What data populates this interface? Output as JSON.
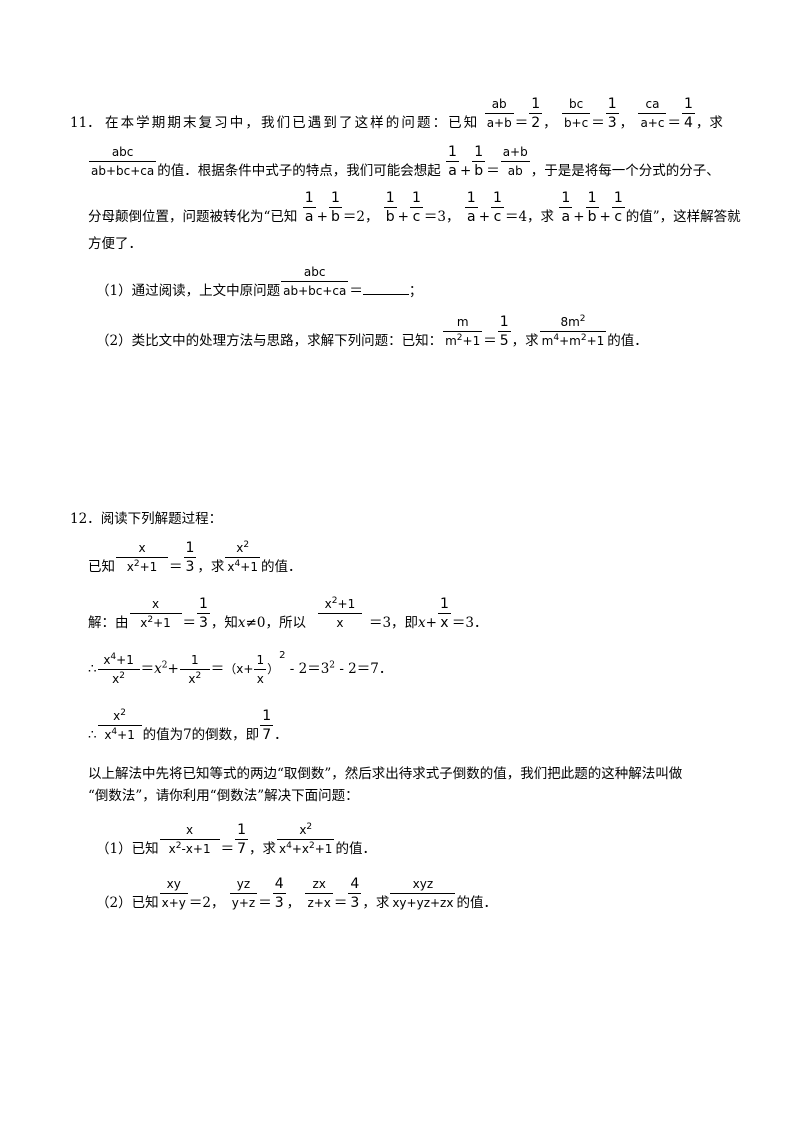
{
  "problems": [
    {
      "number": "11．",
      "line1": {
        "intro": "在本学期期末复习中，我们已遇到了这样的问题：已知",
        "f1n": "ab",
        "f1d": "a+b",
        "eq1": "＝",
        "v1n": "1",
        "v1d": "2",
        "sep1": "，",
        "f2n": "bc",
        "f2d": "b+c",
        "eq2": "＝",
        "v2n": "1",
        "v2d": "3",
        "sep2": "，",
        "f3n": "ca",
        "f3d": "a+c",
        "eq3": "＝",
        "v3n": "1",
        "v3d": "4",
        "tail": "，求"
      },
      "line2": {
        "fn": "abc",
        "fd": "ab+bc+ca",
        "text1": "的值．根据条件中式子的特点，我们可能会想起",
        "g1n": "1",
        "g1d": "a",
        "plus": "+",
        "g2n": "1",
        "g2d": "b",
        "eq": "＝",
        "g3n": "a+b",
        "g3d": "ab",
        "text2": "，于是是将每一个分式的分子、"
      },
      "line3": {
        "text1": "分母颠倒位置，问题被转化为“已知",
        "a1": "1",
        "a1d": "a",
        "p1": "+",
        "b1": "1",
        "b1d": "b",
        "e1": "＝2，",
        "a2": "1",
        "a2d": "b",
        "p2": "+",
        "b2": "1",
        "b2d": "c",
        "e2": "＝3，",
        "a3": "1",
        "a3d": "a",
        "p3": "+",
        "b3": "1",
        "b3d": "c",
        "e3": "＝4，求",
        "c1": "1",
        "c1d": "a",
        "p4": "+",
        "c2": "1",
        "c2d": "b",
        "p5": "+",
        "c3": "1",
        "c3d": "c",
        "text2": "的值”，这样解答就"
      },
      "line4": "方便了．",
      "part1": {
        "label": "（1）通过阅读，上文中原问题",
        "fn": "abc",
        "fd": "ab+bc+ca",
        "eq": "＝",
        "tail": "；"
      },
      "part2": {
        "label": "（2）类比文中的处理方法与思路，求解下列问题：已知：",
        "f1n": "m",
        "f1d_base": "m",
        "f1d_exp": "2",
        "f1d_rest": "+1",
        "eq": "＝",
        "v1n": "1",
        "v1d": "5",
        "mid": "，求",
        "f2n_coef": "8m",
        "f2n_exp": "2",
        "f2d_a": "m",
        "f2d_a_exp": "4",
        "f2d_b": "+m",
        "f2d_b_exp": "2",
        "f2d_c": "+1",
        "tail": "的值．"
      }
    },
    {
      "number": "12．",
      "heading": "阅读下列解题过程：",
      "given": {
        "pre": "已知",
        "f1n": "x",
        "f1d_base": "x",
        "f1d_exp": "2",
        "f1d_rest": "+1",
        "eq": "＝",
        "v1n": "1",
        "v1d": "3",
        "mid": "，求",
        "f2n_base": "x",
        "f2n_exp": "2",
        "f2d_base": "x",
        "f2d_exp": "4",
        "f2d_rest": "+1",
        "tail": "的值．"
      },
      "sol1": {
        "pre": "解：由",
        "f1n": "x",
        "f1d_base": "x",
        "f1d_exp": "2",
        "f1d_rest": "+1",
        "eq": "＝",
        "v1n": "1",
        "v1d": "3",
        "mid1": "，知",
        "var": "x",
        "mid2": "≠0，所以",
        "f2n_base": "x",
        "f2n_exp": "2",
        "f2n_rest": "+1",
        "f2d": "x",
        "mid3": "＝3，即",
        "var2": "x",
        "plus": "+",
        "f3n": "1",
        "f3d": "x",
        "tail": "＝3．"
      },
      "sol2": {
        "therefore": "∴",
        "f1n_base": "x",
        "f1n_exp": "4",
        "f1n_rest": "+1",
        "f1d_base": "x",
        "f1d_exp": "2",
        "eq1": "＝",
        "term1": "x",
        "term1_exp": "2",
        "plus": "+",
        "f2n": "1",
        "f2d_base": "x",
        "f2d_exp": "2",
        "eq2": "＝",
        "paren_open": "（x+",
        "pf_n": "1",
        "pf_d": "x",
        "paren_close": "）",
        "paren_exp": "2",
        "tail1": " - 2＝3",
        "tail_exp": "2",
        "tail2": " - 2＝7．"
      },
      "sol3": {
        "therefore": "∴",
        "fn_base": "x",
        "fn_exp": "2",
        "fd_base": "x",
        "fd_exp": "4",
        "fd_rest": "+1",
        "mid": "的值为7的倒数，即",
        "vn": "1",
        "vd": "7",
        "tail": "．"
      },
      "explain1": "以上解法中先将已知等式的两边“取倒数”，然后求出待求式子倒数的值，我们把此题的这种解法叫做",
      "explain2": "“倒数法”，请你利用“倒数法”解决下面问题：",
      "part1": {
        "label": "（1）已知",
        "f1n": "x",
        "f1d_a": "x",
        "f1d_a_exp": "2",
        "f1d_rest": "-x+1",
        "eq": "＝",
        "v1n": "1",
        "v1d": "7",
        "mid": "，求",
        "f2n_base": "x",
        "f2n_exp": "2",
        "f2d_a": "x",
        "f2d_a_exp": "4",
        "f2d_b": "+x",
        "f2d_b_exp": "2",
        "f2d_c": "+1",
        "tail": "的值．"
      },
      "part2": {
        "label": "（2）已知",
        "f1n": "xy",
        "f1d": "x+y",
        "e1": "＝2，",
        "f2n": "yz",
        "f2d": "y+z",
        "e2": "＝",
        "v2n": "4",
        "v2d": "3",
        "s2": "，",
        "f3n": "zx",
        "f3d": "z+x",
        "e3": "＝",
        "v3n": "4",
        "v3d": "3",
        "s3": "，求",
        "f4n": "xyz",
        "f4d": "xy+yz+zx",
        "tail": "的值．"
      }
    }
  ]
}
